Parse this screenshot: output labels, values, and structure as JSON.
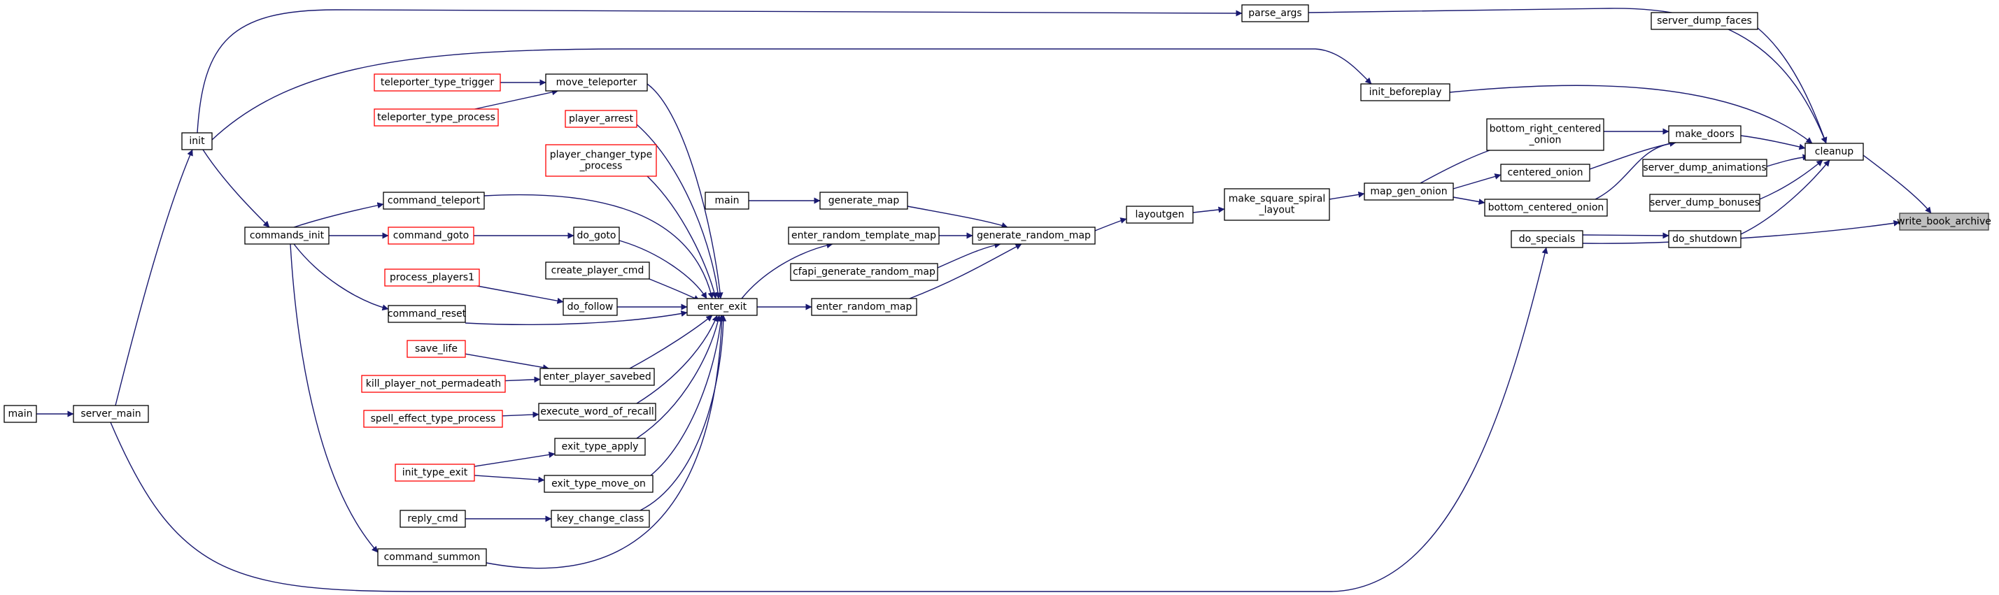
{
  "graph": {
    "colors": {
      "edge": "#191970",
      "node_border": "#000000",
      "node_border_undocumented": "#ff0000",
      "node_fill": "#ffffff",
      "highlight_fill": "#bfbfbf",
      "highlight_border": "#404040"
    },
    "nodes": [
      {
        "id": "main_a",
        "label": "main",
        "style": "normal"
      },
      {
        "id": "server_main",
        "label": "server_main",
        "style": "normal"
      },
      {
        "id": "init",
        "label": "init",
        "style": "normal"
      },
      {
        "id": "commands_init",
        "label": "commands_init",
        "style": "normal"
      },
      {
        "id": "teleporter_type_trigger",
        "label": "teleporter_type_trigger",
        "style": "red"
      },
      {
        "id": "teleporter_type_process",
        "label": "teleporter_type_process",
        "style": "red"
      },
      {
        "id": "move_teleporter",
        "label": "move_teleporter",
        "style": "normal"
      },
      {
        "id": "player_arrest",
        "label": "player_arrest",
        "style": "red"
      },
      {
        "id": "player_changer_type_process",
        "label": [
          "player_changer_type",
          "_process"
        ],
        "style": "red"
      },
      {
        "id": "command_teleport",
        "label": "command_teleport",
        "style": "normal"
      },
      {
        "id": "command_goto",
        "label": "command_goto",
        "style": "red"
      },
      {
        "id": "do_goto",
        "label": "do_goto",
        "style": "normal"
      },
      {
        "id": "create_player_cmd",
        "label": "create_player_cmd",
        "style": "normal"
      },
      {
        "id": "process_players1",
        "label": "process_players1",
        "style": "red"
      },
      {
        "id": "do_follow",
        "label": "do_follow",
        "style": "normal"
      },
      {
        "id": "command_reset",
        "label": "command_reset",
        "style": "normal"
      },
      {
        "id": "save_life",
        "label": "save_life",
        "style": "red"
      },
      {
        "id": "kill_player_not_permadeath",
        "label": "kill_player_not_permadeath",
        "style": "red"
      },
      {
        "id": "enter_player_savebed",
        "label": "enter_player_savebed",
        "style": "normal"
      },
      {
        "id": "spell_effect_type_process",
        "label": "spell_effect_type_process",
        "style": "red"
      },
      {
        "id": "execute_word_of_recall",
        "label": "execute_word_of_recall",
        "style": "normal"
      },
      {
        "id": "exit_type_apply",
        "label": "exit_type_apply",
        "style": "normal"
      },
      {
        "id": "init_type_exit",
        "label": "init_type_exit",
        "style": "red"
      },
      {
        "id": "exit_type_move_on",
        "label": "exit_type_move_on",
        "style": "normal"
      },
      {
        "id": "reply_cmd",
        "label": "reply_cmd",
        "style": "normal"
      },
      {
        "id": "key_change_class",
        "label": "key_change_class",
        "style": "normal"
      },
      {
        "id": "command_summon",
        "label": "command_summon",
        "style": "normal"
      },
      {
        "id": "enter_exit",
        "label": "enter_exit",
        "style": "normal"
      },
      {
        "id": "main_b",
        "label": "main",
        "style": "normal"
      },
      {
        "id": "generate_map",
        "label": "generate_map",
        "style": "normal"
      },
      {
        "id": "enter_random_template_map",
        "label": "enter_random_template_map",
        "style": "normal"
      },
      {
        "id": "cfapi_generate_random_map",
        "label": "cfapi_generate_random_map",
        "style": "normal"
      },
      {
        "id": "enter_random_map",
        "label": "enter_random_map",
        "style": "normal"
      },
      {
        "id": "generate_random_map",
        "label": "generate_random_map",
        "style": "normal"
      },
      {
        "id": "layoutgen",
        "label": "layoutgen",
        "style": "normal"
      },
      {
        "id": "make_square_spiral_layout",
        "label": [
          "make_square_spiral",
          "_layout"
        ],
        "style": "normal"
      },
      {
        "id": "map_gen_onion",
        "label": "map_gen_onion",
        "style": "normal"
      },
      {
        "id": "bottom_right_centered_onion",
        "label": [
          "bottom_right_centered",
          "_onion"
        ],
        "style": "normal"
      },
      {
        "id": "centered_onion",
        "label": "centered_onion",
        "style": "normal"
      },
      {
        "id": "bottom_centered_onion",
        "label": "bottom_centered_onion",
        "style": "normal"
      },
      {
        "id": "make_doors",
        "label": "make_doors",
        "style": "normal"
      },
      {
        "id": "parse_args",
        "label": "parse_args",
        "style": "normal"
      },
      {
        "id": "init_beforeplay",
        "label": "init_beforeplay",
        "style": "normal"
      },
      {
        "id": "do_specials",
        "label": "do_specials",
        "style": "normal"
      },
      {
        "id": "do_shutdown",
        "label": "do_shutdown",
        "style": "normal"
      },
      {
        "id": "server_dump_faces",
        "label": "server_dump_faces",
        "style": "normal"
      },
      {
        "id": "server_dump_animations",
        "label": "server_dump_animations",
        "style": "normal"
      },
      {
        "id": "server_dump_bonuses",
        "label": "server_dump_bonuses",
        "style": "normal"
      },
      {
        "id": "cleanup",
        "label": "cleanup",
        "style": "normal"
      },
      {
        "id": "write_book_archive",
        "label": "write_book_archive",
        "style": "highlight"
      }
    ],
    "edges": [
      [
        "main_a",
        "server_main"
      ],
      [
        "server_main",
        "init"
      ],
      [
        "server_main",
        "do_specials"
      ],
      [
        "init",
        "commands_init"
      ],
      [
        "init",
        "parse_args"
      ],
      [
        "init",
        "init_beforeplay"
      ],
      [
        "commands_init",
        "command_teleport"
      ],
      [
        "commands_init",
        "command_goto"
      ],
      [
        "commands_init",
        "command_reset"
      ],
      [
        "commands_init",
        "command_summon"
      ],
      [
        "teleporter_type_trigger",
        "move_teleporter"
      ],
      [
        "teleporter_type_process",
        "move_teleporter"
      ],
      [
        "command_goto",
        "do_goto"
      ],
      [
        "process_players1",
        "do_follow"
      ],
      [
        "save_life",
        "enter_player_savebed"
      ],
      [
        "kill_player_not_permadeath",
        "enter_player_savebed"
      ],
      [
        "spell_effect_type_process",
        "execute_word_of_recall"
      ],
      [
        "init_type_exit",
        "exit_type_apply"
      ],
      [
        "init_type_exit",
        "exit_type_move_on"
      ],
      [
        "reply_cmd",
        "key_change_class"
      ],
      [
        "move_teleporter",
        "enter_exit"
      ],
      [
        "player_arrest",
        "enter_exit"
      ],
      [
        "player_changer_type_process",
        "enter_exit"
      ],
      [
        "command_teleport",
        "enter_exit"
      ],
      [
        "do_goto",
        "enter_exit"
      ],
      [
        "create_player_cmd",
        "enter_exit"
      ],
      [
        "do_follow",
        "enter_exit"
      ],
      [
        "command_reset",
        "enter_exit"
      ],
      [
        "enter_player_savebed",
        "enter_exit"
      ],
      [
        "execute_word_of_recall",
        "enter_exit"
      ],
      [
        "exit_type_apply",
        "enter_exit"
      ],
      [
        "exit_type_move_on",
        "enter_exit"
      ],
      [
        "key_change_class",
        "enter_exit"
      ],
      [
        "command_summon",
        "enter_exit"
      ],
      [
        "enter_exit",
        "enter_random_template_map"
      ],
      [
        "enter_exit",
        "enter_random_map"
      ],
      [
        "main_b",
        "generate_map"
      ],
      [
        "generate_map",
        "generate_random_map"
      ],
      [
        "enter_random_template_map",
        "generate_random_map"
      ],
      [
        "cfapi_generate_random_map",
        "generate_random_map"
      ],
      [
        "enter_random_map",
        "generate_random_map"
      ],
      [
        "generate_random_map",
        "layoutgen"
      ],
      [
        "layoutgen",
        "make_square_spiral_layout"
      ],
      [
        "make_square_spiral_layout",
        "map_gen_onion"
      ],
      [
        "map_gen_onion",
        "bottom_right_centered_onion"
      ],
      [
        "map_gen_onion",
        "centered_onion"
      ],
      [
        "map_gen_onion",
        "bottom_centered_onion"
      ],
      [
        "bottom_right_centered_onion",
        "make_doors"
      ],
      [
        "centered_onion",
        "make_doors"
      ],
      [
        "bottom_centered_onion",
        "make_doors"
      ],
      [
        "make_doors",
        "cleanup"
      ],
      [
        "parse_args",
        "cleanup"
      ],
      [
        "init_beforeplay",
        "cleanup"
      ],
      [
        "do_specials",
        "do_shutdown"
      ],
      [
        "do_specials",
        "write_book_archive"
      ],
      [
        "do_shutdown",
        "cleanup"
      ],
      [
        "server_dump_faces",
        "cleanup"
      ],
      [
        "server_dump_animations",
        "cleanup"
      ],
      [
        "server_dump_bonuses",
        "cleanup"
      ],
      [
        "cleanup",
        "write_book_archive"
      ]
    ]
  }
}
